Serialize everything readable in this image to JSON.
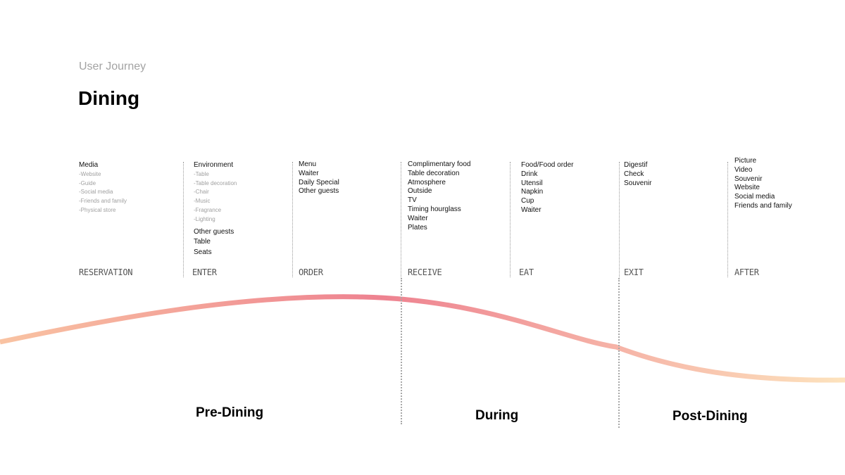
{
  "header": {
    "subtitle": "User Journey",
    "title": "Dining"
  },
  "stages": [
    {
      "label": "RESERVATION",
      "items": [
        "Media"
      ],
      "sub_items": [
        "-Website",
        "-Guide",
        "-Social media",
        "-Friends and family",
        "-Physical store"
      ],
      "extra_items": []
    },
    {
      "label": "ENTER",
      "items": [
        "Environment"
      ],
      "sub_items": [
        "-Table",
        "-Table decoration",
        "-Chair",
        "-Music",
        "-Fragrance",
        "-Lighting"
      ],
      "extra_items": [
        "Other guests",
        "Table",
        "Seats"
      ]
    },
    {
      "label": "ORDER",
      "items": [
        "Menu",
        "Waiter",
        "Daily Special",
        "Other guests"
      ],
      "sub_items": [],
      "extra_items": []
    },
    {
      "label": "RECEIVE",
      "items": [
        "Complimentary food",
        "Table decoration",
        "Atmosphere",
        "Outside",
        "TV",
        "Timing hourglass",
        "Waiter",
        "Plates"
      ],
      "sub_items": [],
      "extra_items": []
    },
    {
      "label": "EAT",
      "items": [
        "Food/Food order",
        "Drink",
        "Utensil",
        "Napkin",
        "Cup",
        "Waiter"
      ],
      "sub_items": [],
      "extra_items": []
    },
    {
      "label": "EXIT",
      "items": [
        "Digestif",
        "Check",
        "Souvenir"
      ],
      "sub_items": [],
      "extra_items": []
    },
    {
      "label": "AFTER",
      "items": [
        "Picture",
        "Video",
        "Souvenir",
        "Website",
        "Social media",
        "Friends and family"
      ],
      "sub_items": [],
      "extra_items": []
    }
  ],
  "phases": [
    {
      "label": "Pre-Dining"
    },
    {
      "label": "During"
    },
    {
      "label": "Post-Dining"
    }
  ],
  "colors": {
    "curve_start": "#f9c3a2",
    "curve_mid": "#ee8290",
    "curve_end": "#fde3bd"
  }
}
